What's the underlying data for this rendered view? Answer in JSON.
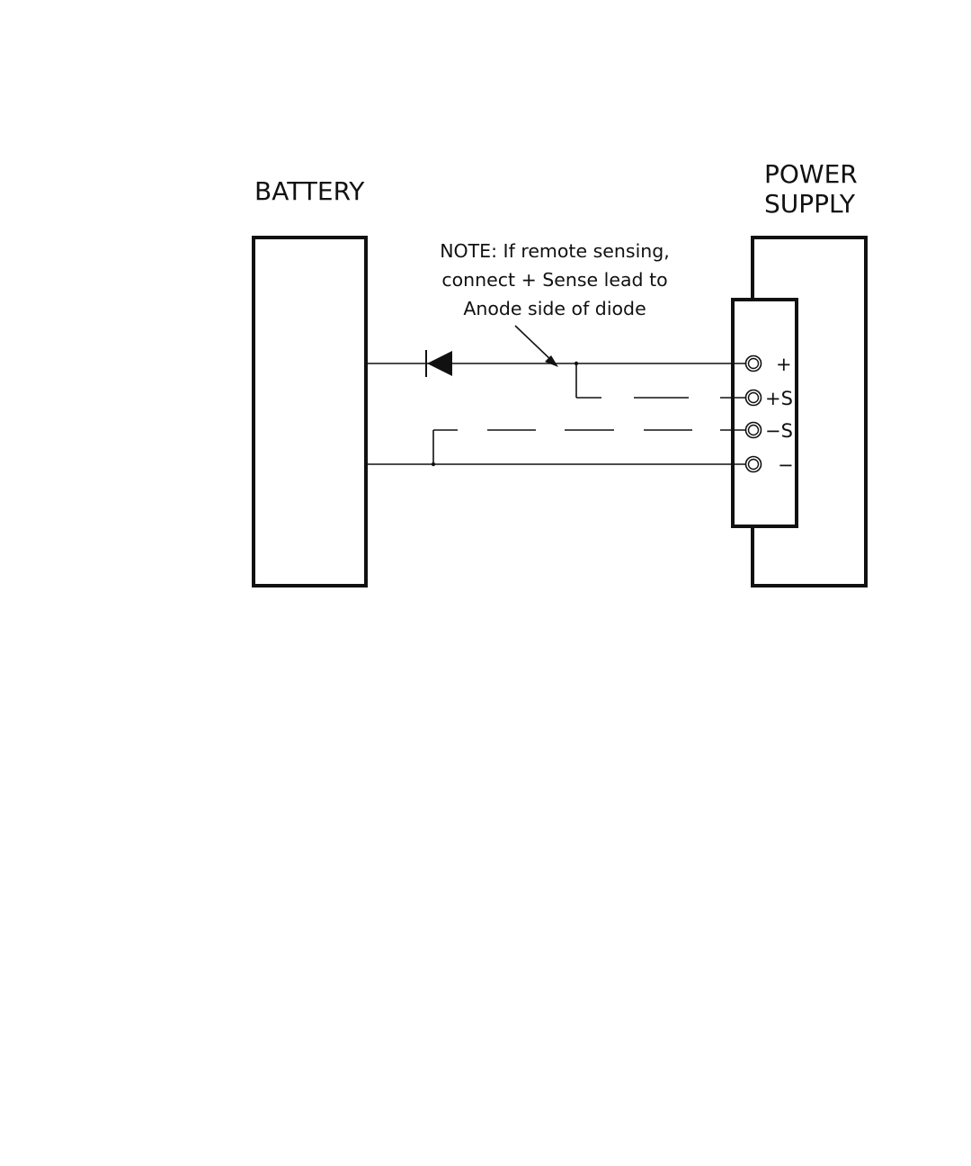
{
  "battery": {
    "label": "BATTERY"
  },
  "power_supply": {
    "label_line1": "POWER",
    "label_line2": "SUPPLY"
  },
  "note": {
    "line1": "NOTE: If remote sensing,",
    "line2": "connect + Sense lead to",
    "line3": "Anode side of diode"
  },
  "terminals": [
    {
      "id": "pos",
      "label": "+"
    },
    {
      "id": "pos-sense",
      "label": "+S"
    },
    {
      "id": "neg-sense",
      "label": "−S"
    },
    {
      "id": "neg",
      "label": "−"
    }
  ],
  "colors": {
    "line": "#111111",
    "background": "#ffffff"
  }
}
